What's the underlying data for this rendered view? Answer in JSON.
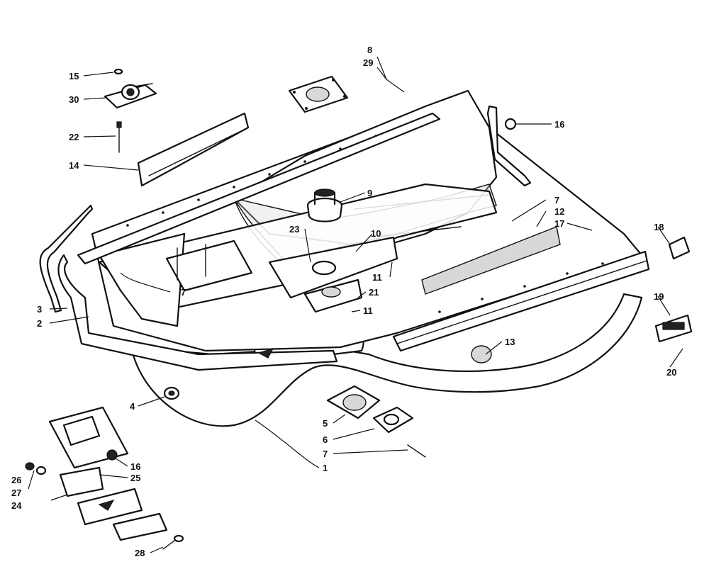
{
  "callouts": {
    "c1": "1",
    "c2": "2",
    "c3": "3",
    "c4": "4",
    "c5": "5",
    "c6": "6",
    "c7a": "7",
    "c7b": "7",
    "c7c": "7",
    "c8": "8",
    "c9": "9",
    "c10": "10",
    "c11a": "11",
    "c11b": "11",
    "c12": "12",
    "c13": "13",
    "c14": "14",
    "c15": "15",
    "c16a": "16",
    "c16b": "16",
    "c17": "17",
    "c18": "18",
    "c19": "19",
    "c20": "20",
    "c21": "21",
    "c22": "22",
    "c23": "23",
    "c24": "24",
    "c25": "25",
    "c26": "26",
    "c27": "27",
    "c28": "28",
    "c29": "29",
    "c30": "30"
  }
}
